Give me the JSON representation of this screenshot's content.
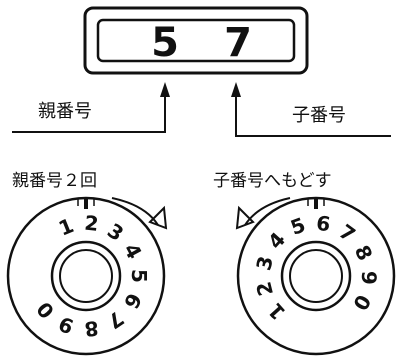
{
  "display": {
    "digit_left": "5",
    "digit_right": "7"
  },
  "labels": {
    "parent_number": "親番号",
    "child_number": "子番号",
    "left_instruction": "親番号２回",
    "right_instruction": "子番号へもどす"
  },
  "dials": {
    "left": {
      "numbers": [
        "1",
        "2",
        "3",
        "4",
        "5",
        "6",
        "7",
        "8",
        "9",
        "0"
      ]
    },
    "right": {
      "numbers": [
        "1",
        "2",
        "3",
        "4",
        "5",
        "6",
        "7",
        "8",
        "9",
        "0"
      ]
    }
  },
  "icons": {
    "dial_rotation_arrow": "curved-arrow-icon",
    "pointer_arrow": "up-arrow-icon"
  },
  "colors": {
    "ink": "#111111",
    "background": "#ffffff"
  }
}
